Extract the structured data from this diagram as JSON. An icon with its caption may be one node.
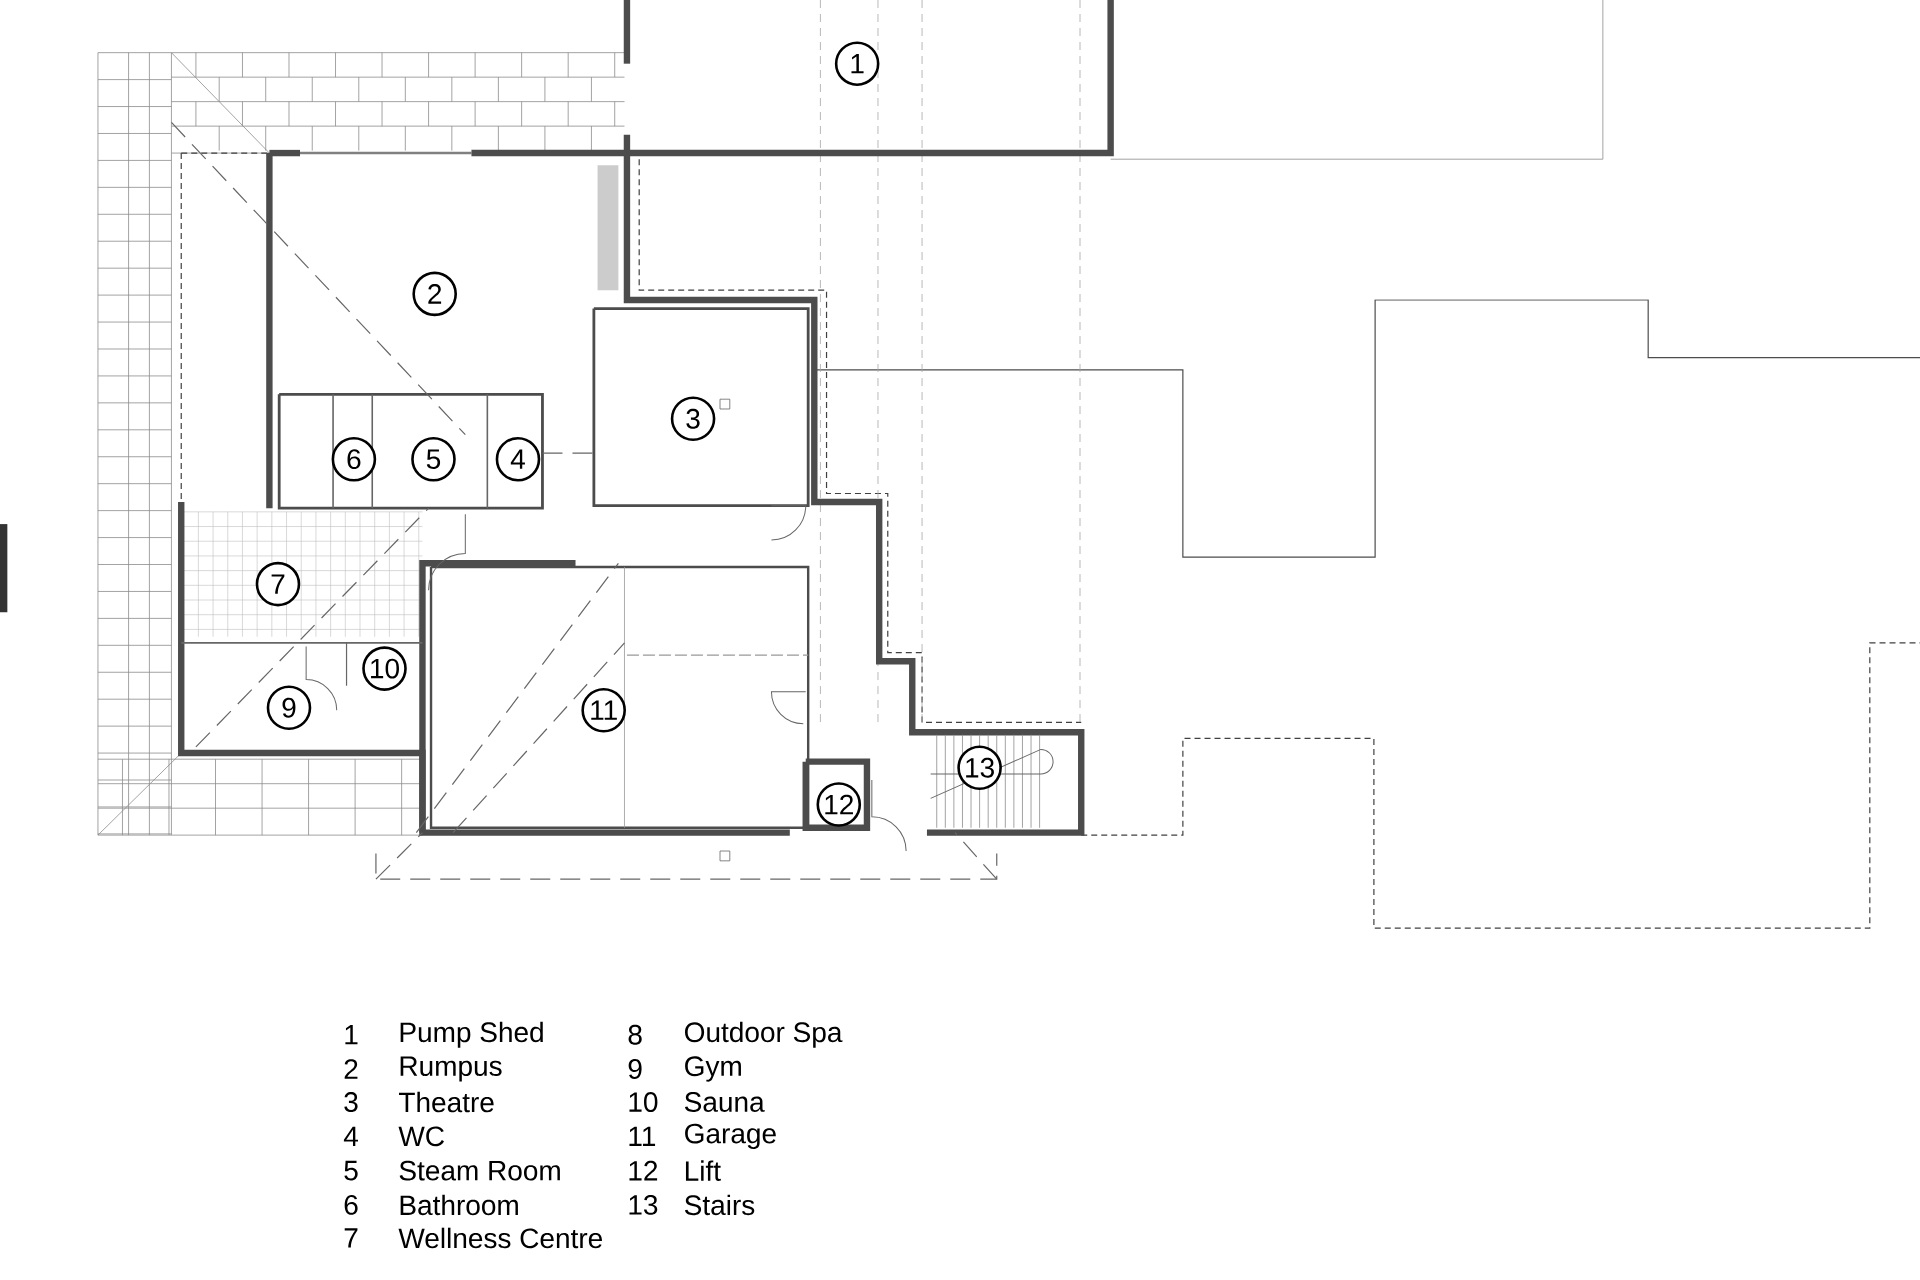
{
  "diagram": {
    "nodes": [
      {
        "text": [
          "1"
        ]
      },
      {
        "text": [
          "2"
        ]
      },
      {
        "text": [
          "3"
        ]
      },
      {
        "text": [
          "6"
        ]
      },
      {
        "text": [
          "5"
        ]
      },
      {
        "text": [
          "4"
        ]
      },
      {
        "text": [
          "7"
        ]
      },
      {
        "text": [
          "10"
        ]
      },
      {
        "text": [
          "9"
        ]
      },
      {
        "text": [
          "11"
        ]
      },
      {
        "text": [
          "13"
        ]
      },
      {
        "text": [
          "12"
        ]
      }
    ],
    "labels": [
      "1",
      "Pump Shed",
      "8",
      "Outdoor Spa",
      "2",
      "Rumpus",
      "9",
      "Gym",
      "3",
      "Theatre",
      "10",
      "Sauna",
      "4",
      "WC",
      "11",
      "Garage",
      "5",
      "Steam Room",
      "12",
      "Lift",
      "6",
      "Bathroom",
      "13",
      "Stairs",
      "7",
      "Wellness Centre"
    ]
  }
}
